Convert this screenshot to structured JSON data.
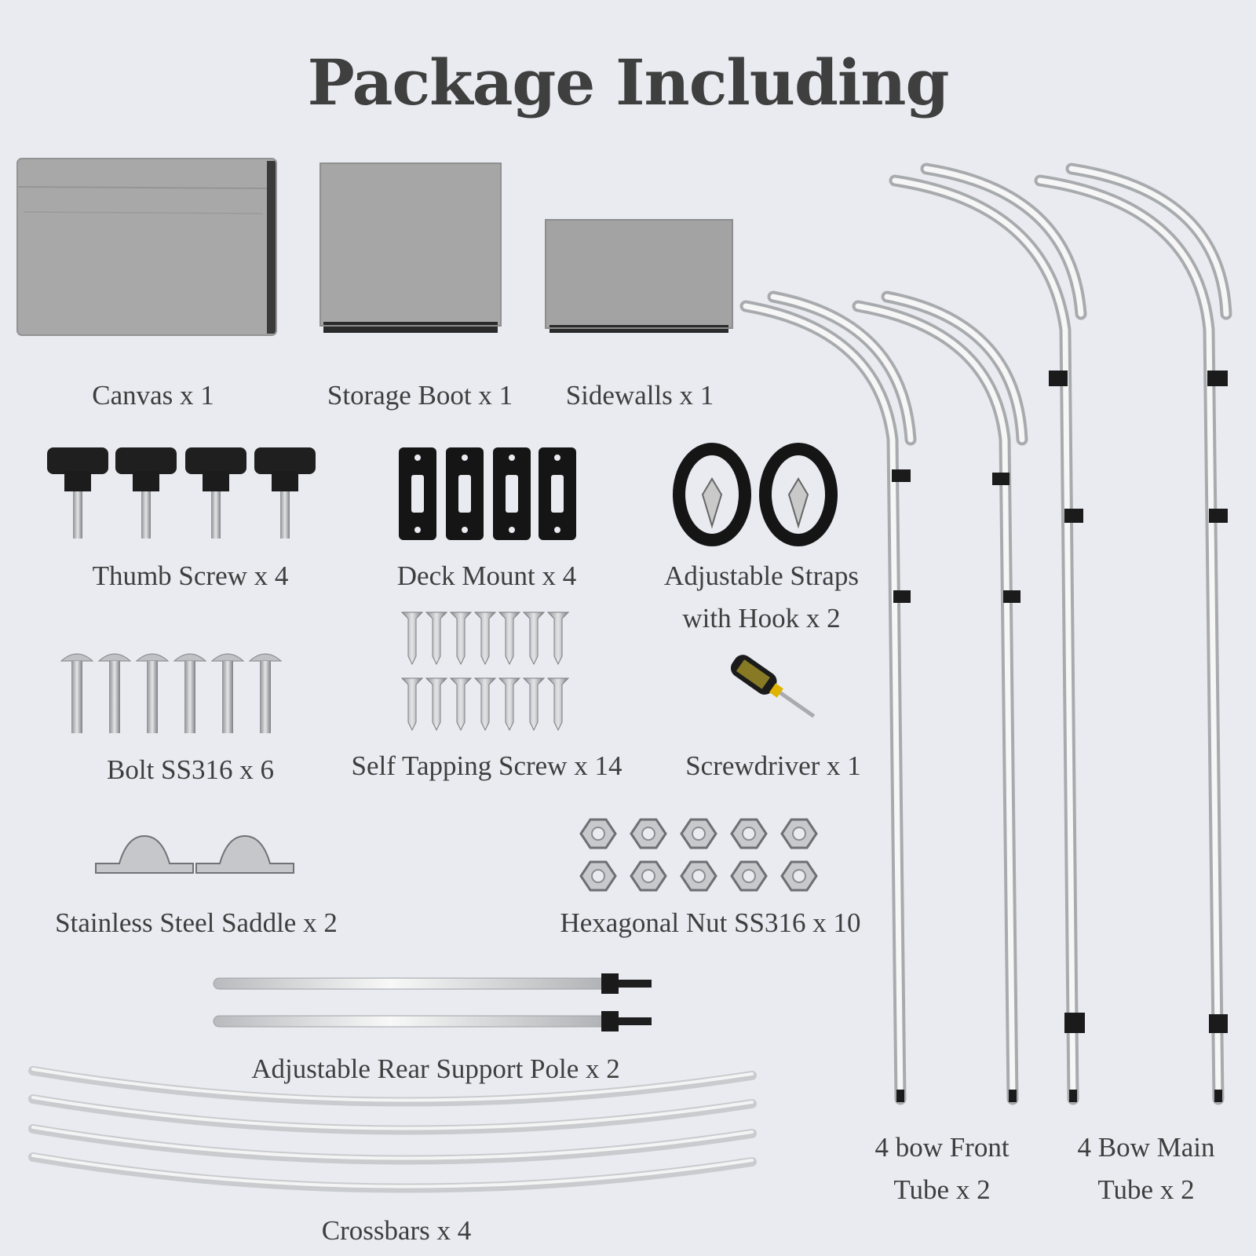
{
  "title": "Package Including",
  "items": {
    "canvas": "Canvas x 1",
    "storage_boot": "Storage Boot x 1",
    "sidewalls": "Sidewalls x 1",
    "thumb_screw": "Thumb Screw x 4",
    "deck_mount": "Deck Mount x 4",
    "straps_line1": "Adjustable Straps",
    "straps_line2": "with Hook x 2",
    "bolt": "Bolt SS316 x 6",
    "self_tapping": "Self Tapping Screw x 14",
    "screwdriver": "Screwdriver x 1",
    "saddle": "Stainless Steel Saddle x 2",
    "hex_nut": "Hexagonal Nut SS316 x 10",
    "rear_pole": "Adjustable Rear Support Pole x 2",
    "crossbars": "Crossbars x 4",
    "front_tube_line1": "4 bow Front",
    "front_tube_line2": "Tube x 2",
    "main_tube_line1": "4 Bow Main",
    "main_tube_line2": "Tube x 2"
  },
  "colors": {
    "background": "#e9ebf1",
    "fabric": "#a9a9a9",
    "hardware_black": "#1e1e1e",
    "steel": "#c7c9cc"
  }
}
